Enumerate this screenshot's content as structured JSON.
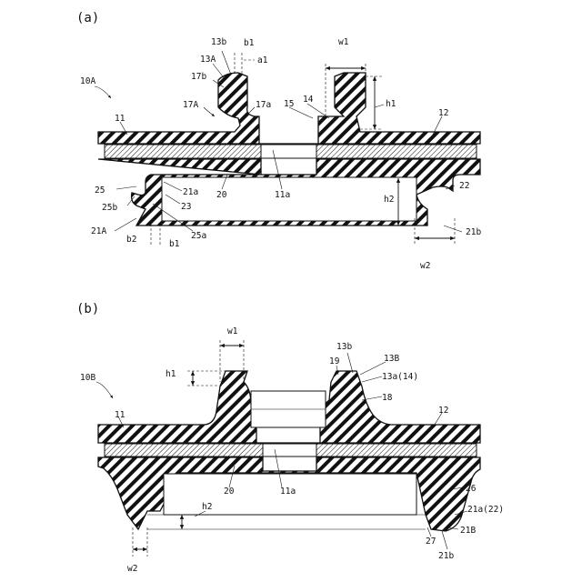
{
  "panels": [
    {
      "id": "a",
      "caption": "(a)",
      "labels": {
        "ref": "10A",
        "l13b": "13b",
        "b1_top": "b1",
        "l13A": "13A",
        "a1": "a1",
        "w1": "w1",
        "l17b": "17b",
        "l17A": "17A",
        "l17a": "17a",
        "l15": "15",
        "l14": "14",
        "h1": "h1",
        "l11": "11",
        "l12": "12",
        "l25": "25",
        "l25b": "25b",
        "l21a": "21a",
        "l20": "20",
        "l11a": "11a",
        "h2": "h2",
        "l22": "22",
        "l23": "23",
        "l21A": "21A",
        "l25a": "25a",
        "b2": "b2",
        "b1_bot": "b1",
        "l21b": "21b",
        "w2": "w2"
      }
    },
    {
      "id": "b",
      "caption": "(b)",
      "labels": {
        "ref": "10B",
        "w1": "w1",
        "h1": "h1",
        "l13b": "13b",
        "l13B": "13B",
        "l19": "19",
        "l13a": "13a(14)",
        "l18": "18",
        "l11": "11",
        "l12": "12",
        "l20": "20",
        "l11a": "11a",
        "l26": "26",
        "h2": "h2",
        "l21a": "21a(22)",
        "l21B": "21B",
        "l27": "27",
        "l21b": "21b",
        "w2": "w2"
      }
    }
  ]
}
